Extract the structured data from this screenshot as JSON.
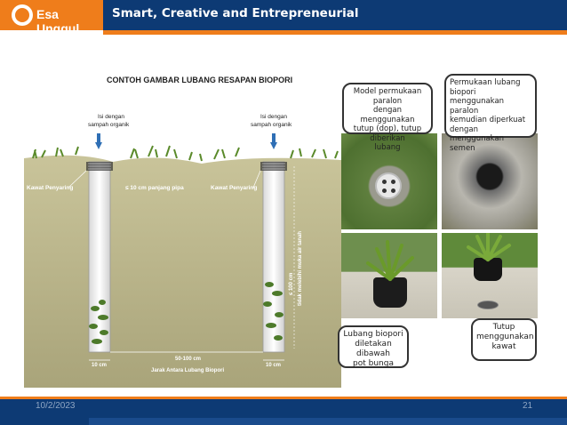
{
  "header": {
    "logo_text": "Esa Unggul",
    "tagline": "Smart, Creative and Entrepreneurial"
  },
  "diagram": {
    "title": "CONTOH GAMBAR LUBANG RESAPAN BIOPORI",
    "fill_left_1": "Isi dengan",
    "fill_left_2": "sampah organik",
    "fill_right_1": "Isi dengan",
    "fill_right_2": "sampah organik",
    "filter_left": "Kawat Penyaring",
    "filter_right": "Kawat Penyaring",
    "pipe_len": "≤ 10 cm panjang pipa",
    "depth_1": "≤ 100 cm",
    "depth_2": "tidak melebihi muka air tanah",
    "width_left": "10 cm",
    "width_right": "10 cm",
    "spacing": "50-100 cm",
    "spacing_label": "Jarak Antara Lubang Biopori"
  },
  "callouts": {
    "top_left": [
      "Model permukaan paralon",
      "dengan menggunakan",
      "tutup (dop), tutup diberikan",
      "lubang"
    ],
    "top_right": [
      "Permukaan lubang biopori",
      "menggunakan paralon",
      "kemudian diperkuat",
      "dengan menggunakan",
      "semen"
    ],
    "bottom_left": [
      "Lubang biopori",
      "diletakan dibawah",
      "pot bunga"
    ],
    "bottom_right": [
      "Tutup",
      "menggunakan",
      "kawat"
    ]
  },
  "footer": {
    "date": "10/2/2023",
    "page": "21"
  },
  "colors": {
    "navy": "#0d3a74",
    "orange": "#ef7d1b",
    "soil": "#b9b48a"
  }
}
